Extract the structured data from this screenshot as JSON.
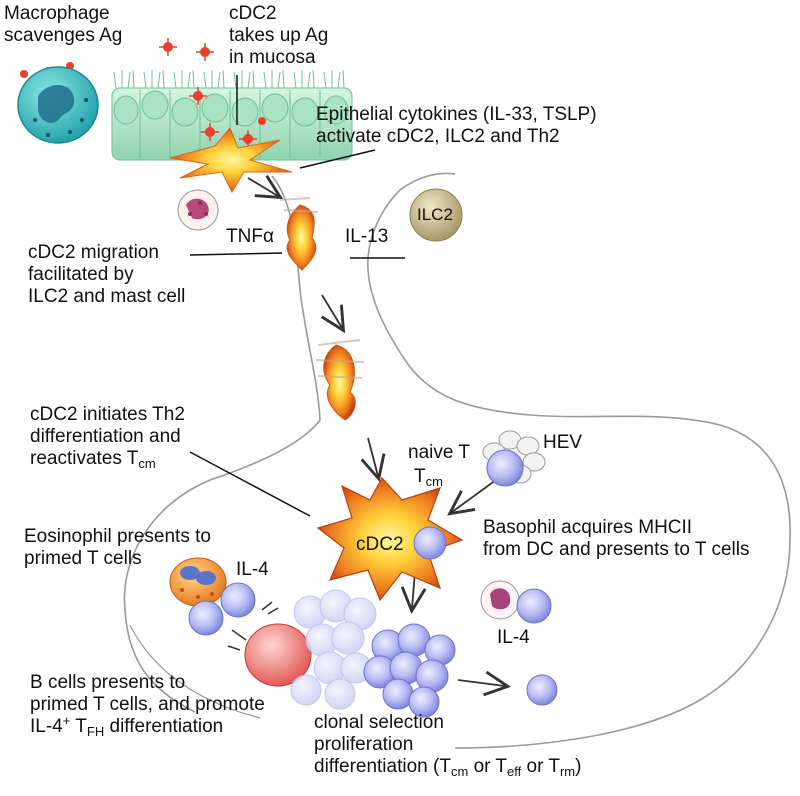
{
  "labels": {
    "macrophage_1": "Macrophage",
    "macrophage_2": "scavenges Ag",
    "cdc2_uptake_1": "cDC2",
    "cdc2_uptake_2": "takes up Ag",
    "cdc2_uptake_3": "in mucosa",
    "epithelial_1": "Epithelial cytokines (IL-33, TSLP)",
    "epithelial_2": "activate cDC2, ILC2 and Th2",
    "tnf": "TNF",
    "tnf_greek": "α",
    "il13": "IL-13",
    "ilc2": "ILC2",
    "migration_1": "cDC2 migration",
    "migration_2": "facilitated by",
    "migration_3": "ILC2 and mast cell",
    "initiates_1": "cDC2 initiates Th2",
    "initiates_2": "differentiation and",
    "initiates_3": "reactivates T",
    "initiates_3_sub": "cm",
    "naive": "naive T",
    "tcm": "T",
    "tcm_sub": "cm",
    "hev": "HEV",
    "cdc2_center": "cDC2",
    "basophil_1": "Basophil acquires MHCII",
    "basophil_2": "from DC and presents to T cells",
    "eosinophil_1": "Eosinophil presents to",
    "eosinophil_2": "primed T cells",
    "il4_a": "IL-4",
    "il4_b": "IL-4",
    "bcell_1": "B cells presents to",
    "bcell_2": "primed T cells, and promote",
    "bcell_3a": "IL-4",
    "bcell_3_sup": "+",
    "bcell_3b": " T",
    "bcell_3_sub": "FH",
    "bcell_3c": " differentiation",
    "clonal_1": "clonal selection",
    "clonal_2": "proliferation",
    "clonal_3a": "differentiation (T",
    "clonal_3_sub1": "cm",
    "clonal_3b": " or T",
    "clonal_3_sub2": "eff",
    "clonal_3c": " or T",
    "clonal_3_sub3": "rm",
    "clonal_3d": ")"
  },
  "colors": {
    "epithelium": "#b9ead0",
    "epithelium_edge": "#6fbf93",
    "macrophage": "#3cc3c6",
    "antigen": "#e8402a",
    "ilc2": "#cbbf8c",
    "t_cell": "#aeb3f0",
    "t_cell_core": "#7d86de",
    "eosinophil": "#f39a2c",
    "b_cell": "#f07a78",
    "dc_outer": "#e86a1f",
    "dc_inner": "#fff06a",
    "outline": "#555555"
  }
}
